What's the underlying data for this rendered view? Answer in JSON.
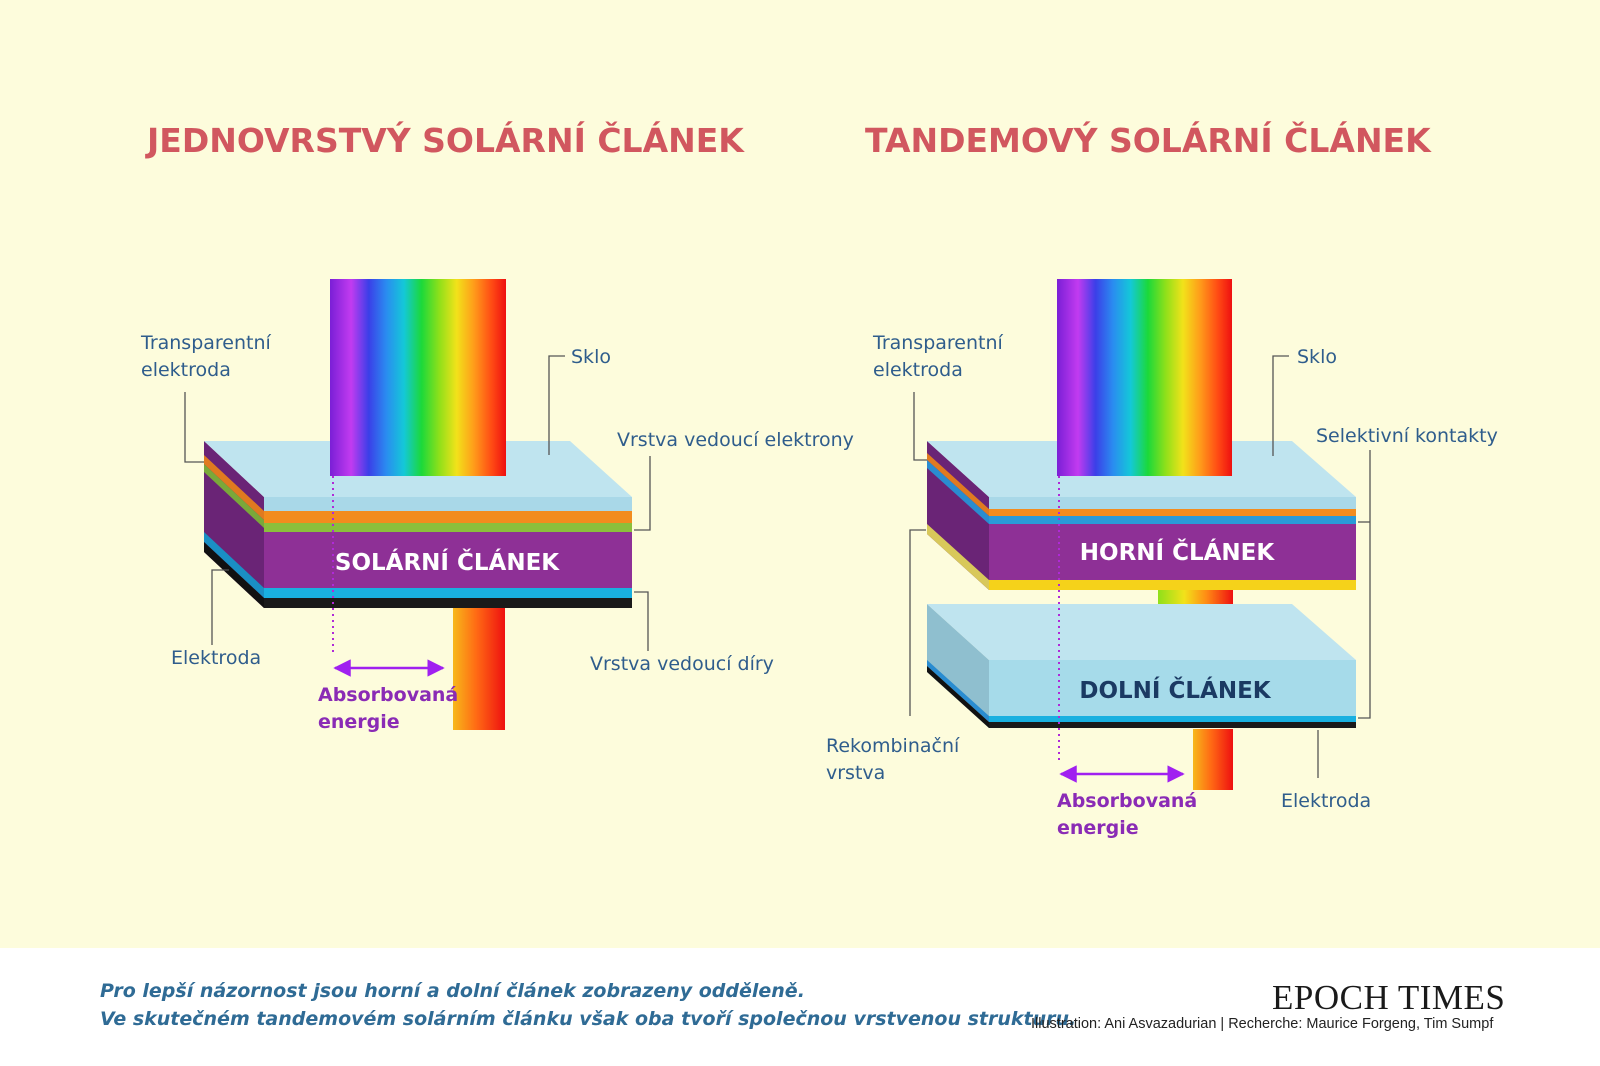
{
  "left": {
    "title": "JEDNOVRSTVÝ SOLÁRNÍ ČLÁNEK",
    "labels": {
      "transparent_1": "Transparentní",
      "transparent_2": "elektroda",
      "glass": "Sklo",
      "electron_layer": "Vrstva vedoucí elektrony",
      "cell": "SOLÁRNÍ ČLÁNEK",
      "electrode": "Elektroda",
      "hole_layer": "Vrstva vedoucí díry",
      "absorbed_1": "Absorbovaná",
      "absorbed_2": "energie"
    }
  },
  "right": {
    "title": "TANDEMOVÝ SOLÁRNÍ ČLÁNEK",
    "labels": {
      "transparent_1": "Transparentní",
      "transparent_2": "elektroda",
      "glass": "Sklo",
      "selective": "Selektivní kontakty",
      "top_cell": "HORNÍ ČLÁNEK",
      "bottom_cell": "DOLNÍ ČLÁNEK",
      "recomb_1": "Rekombinační",
      "recomb_2": "vrstva",
      "absorbed_1": "Absorbovaná",
      "absorbed_2": "energie",
      "electrode": "Elektroda"
    }
  },
  "footer": {
    "note_1": "Pro lepší názornost jsou horní a dolní článek zobrazeny odděleně.",
    "note_2": "Ve skutečném tandemovém solárním článku však oba tvoří společnou vrstvenou strukturu.",
    "brand": "EPOCH TIMES",
    "credits": "Illustration: Ani Asvazadurian | Recherche: Maurice Forgeng, Tim Sumpf"
  },
  "colors": {
    "background": "#fdfcdc",
    "title": "#d1575f",
    "label": "#2f5d8c",
    "cell_purple": "#8e3096",
    "glass": "#bfe4ef",
    "absorbed": "#8a2bb5"
  },
  "icons": {
    "arrow": "double-headed-arrow"
  }
}
